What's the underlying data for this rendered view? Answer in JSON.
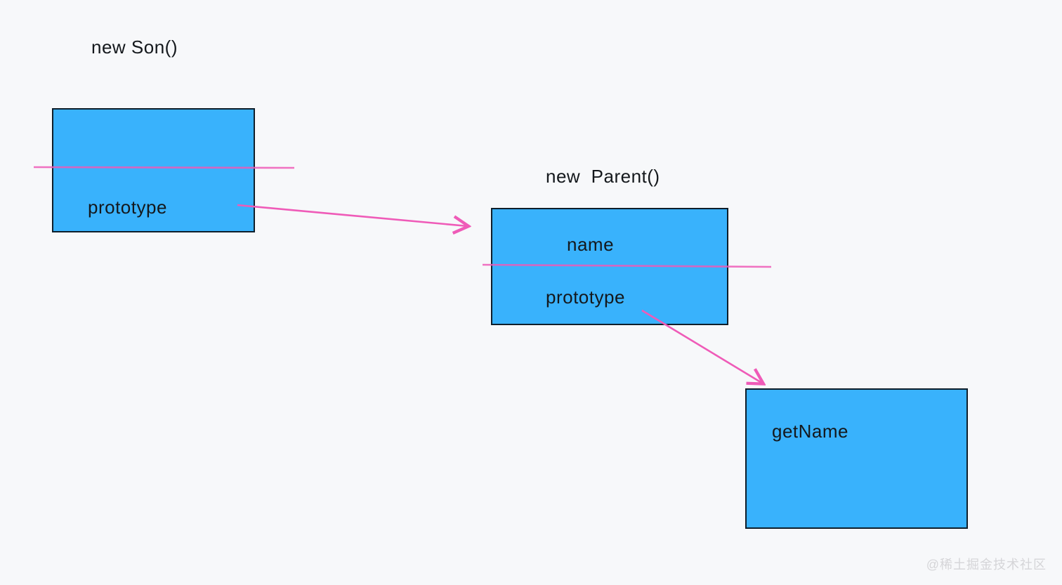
{
  "diagram": {
    "son": {
      "label": "new Son()",
      "prototype_row": "prototype"
    },
    "parent": {
      "label": "new  Parent()",
      "name_row": "name",
      "prototype_row": "prototype"
    },
    "getname": {
      "label": "getName"
    },
    "connections": [
      {
        "from": "son.prototype",
        "to": "parent-box",
        "style": "pink-arrow"
      },
      {
        "from": "parent.prototype",
        "to": "getname-box",
        "style": "pink-arrow"
      },
      {
        "through": "son-box",
        "style": "pink-divider-line"
      },
      {
        "through": "parent-box",
        "style": "pink-divider-line"
      }
    ]
  },
  "watermark": "@稀土掘金技术社区",
  "colors": {
    "background": "#F7F8FA",
    "box_fill": "#39B2FC",
    "box_border": "#0E1E2A",
    "arrow_pink": "#EF5BB8",
    "text": "#14181C",
    "watermark": "#D5D5D8"
  }
}
